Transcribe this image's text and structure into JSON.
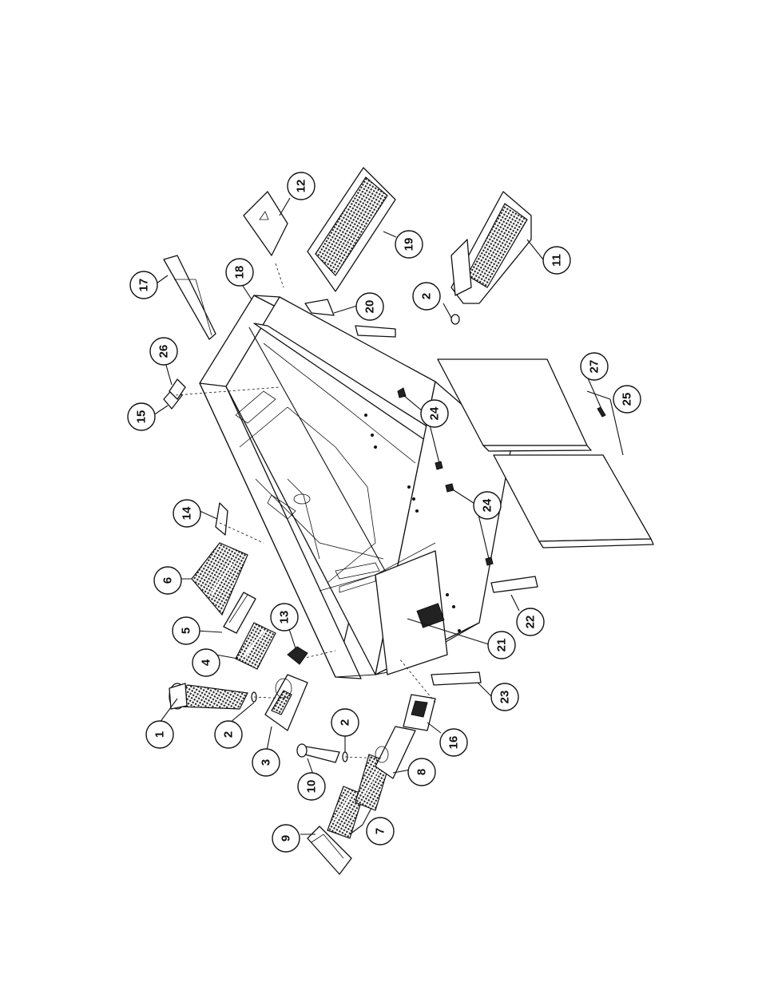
{
  "diagram": {
    "callouts": [
      {
        "id": "c1",
        "label": "1"
      },
      {
        "id": "c2a",
        "label": "2"
      },
      {
        "id": "c2b",
        "label": "2"
      },
      {
        "id": "c2c",
        "label": "2"
      },
      {
        "id": "c3",
        "label": "3"
      },
      {
        "id": "c4",
        "label": "4"
      },
      {
        "id": "c5",
        "label": "5"
      },
      {
        "id": "c6",
        "label": "6"
      },
      {
        "id": "c7",
        "label": "7"
      },
      {
        "id": "c8",
        "label": "8"
      },
      {
        "id": "c9",
        "label": "9"
      },
      {
        "id": "c10",
        "label": "10"
      },
      {
        "id": "c11",
        "label": "11"
      },
      {
        "id": "c12",
        "label": "12"
      },
      {
        "id": "c13",
        "label": "13"
      },
      {
        "id": "c14",
        "label": "14"
      },
      {
        "id": "c15",
        "label": "15"
      },
      {
        "id": "c16",
        "label": "16"
      },
      {
        "id": "c17",
        "label": "17"
      },
      {
        "id": "c18",
        "label": "18"
      },
      {
        "id": "c19",
        "label": "19"
      },
      {
        "id": "c20",
        "label": "20"
      },
      {
        "id": "c21",
        "label": "21"
      },
      {
        "id": "c22",
        "label": "22"
      },
      {
        "id": "c23",
        "label": "23"
      },
      {
        "id": "c24a",
        "label": "24"
      },
      {
        "id": "c24b",
        "label": "24"
      },
      {
        "id": "c25",
        "label": "25"
      },
      {
        "id": "c26",
        "label": "26"
      },
      {
        "id": "c27",
        "label": "27"
      }
    ]
  }
}
